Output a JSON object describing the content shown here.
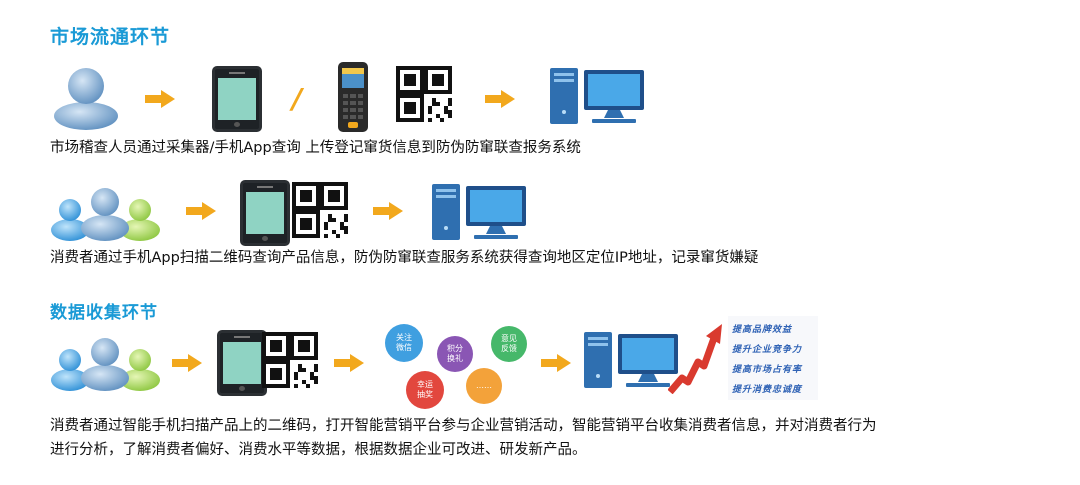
{
  "sections": {
    "market_title": "市场流通环节",
    "data_title": "数据收集环节"
  },
  "captions": {
    "row1": "市场稽查人员通过采集器/手机App查询 上传登记窜货信息到防伪防窜联查报务系统",
    "row2": "消费者通过手机App扫描二维码查询产品信息，防伪防窜联查服务系统获得查询地区定位IP地址，记录窜货嫌疑",
    "row3_line1": "消费者通过智能手机扫描产品上的二维码，打开智能营销平台参与企业营销活动，智能营销平台收集消费者信息，并对消费者行为",
    "row3_line2": "进行分析，了解消费者偏好、消费水平等数据，根据数据企业可改进、研发新产品。"
  },
  "separator": "/",
  "bubbles": [
    "关注\n微信",
    "积分\n换礼",
    "意见\n反馈",
    "幸运\n抽奖",
    "……"
  ],
  "growth_labels": [
    "提高品牌效益",
    "提升企业竞争力",
    "提高市场占有率",
    "提升消费忠诚度"
  ],
  "colors": {
    "title": "#1a9ad6",
    "arrow": "#f2a81d",
    "bubble_blue": "#3f9fe0",
    "bubble_purple": "#8a56b4",
    "bubble_green": "#46b86a",
    "bubble_red": "#e2473e",
    "bubble_orange": "#f3a23a"
  },
  "icons": [
    "person-icon",
    "people-group-icon",
    "tablet-icon",
    "handheld-scanner-icon",
    "qr-code-icon",
    "computer-icon",
    "arrow-right-icon",
    "growth-chart-icon"
  ]
}
